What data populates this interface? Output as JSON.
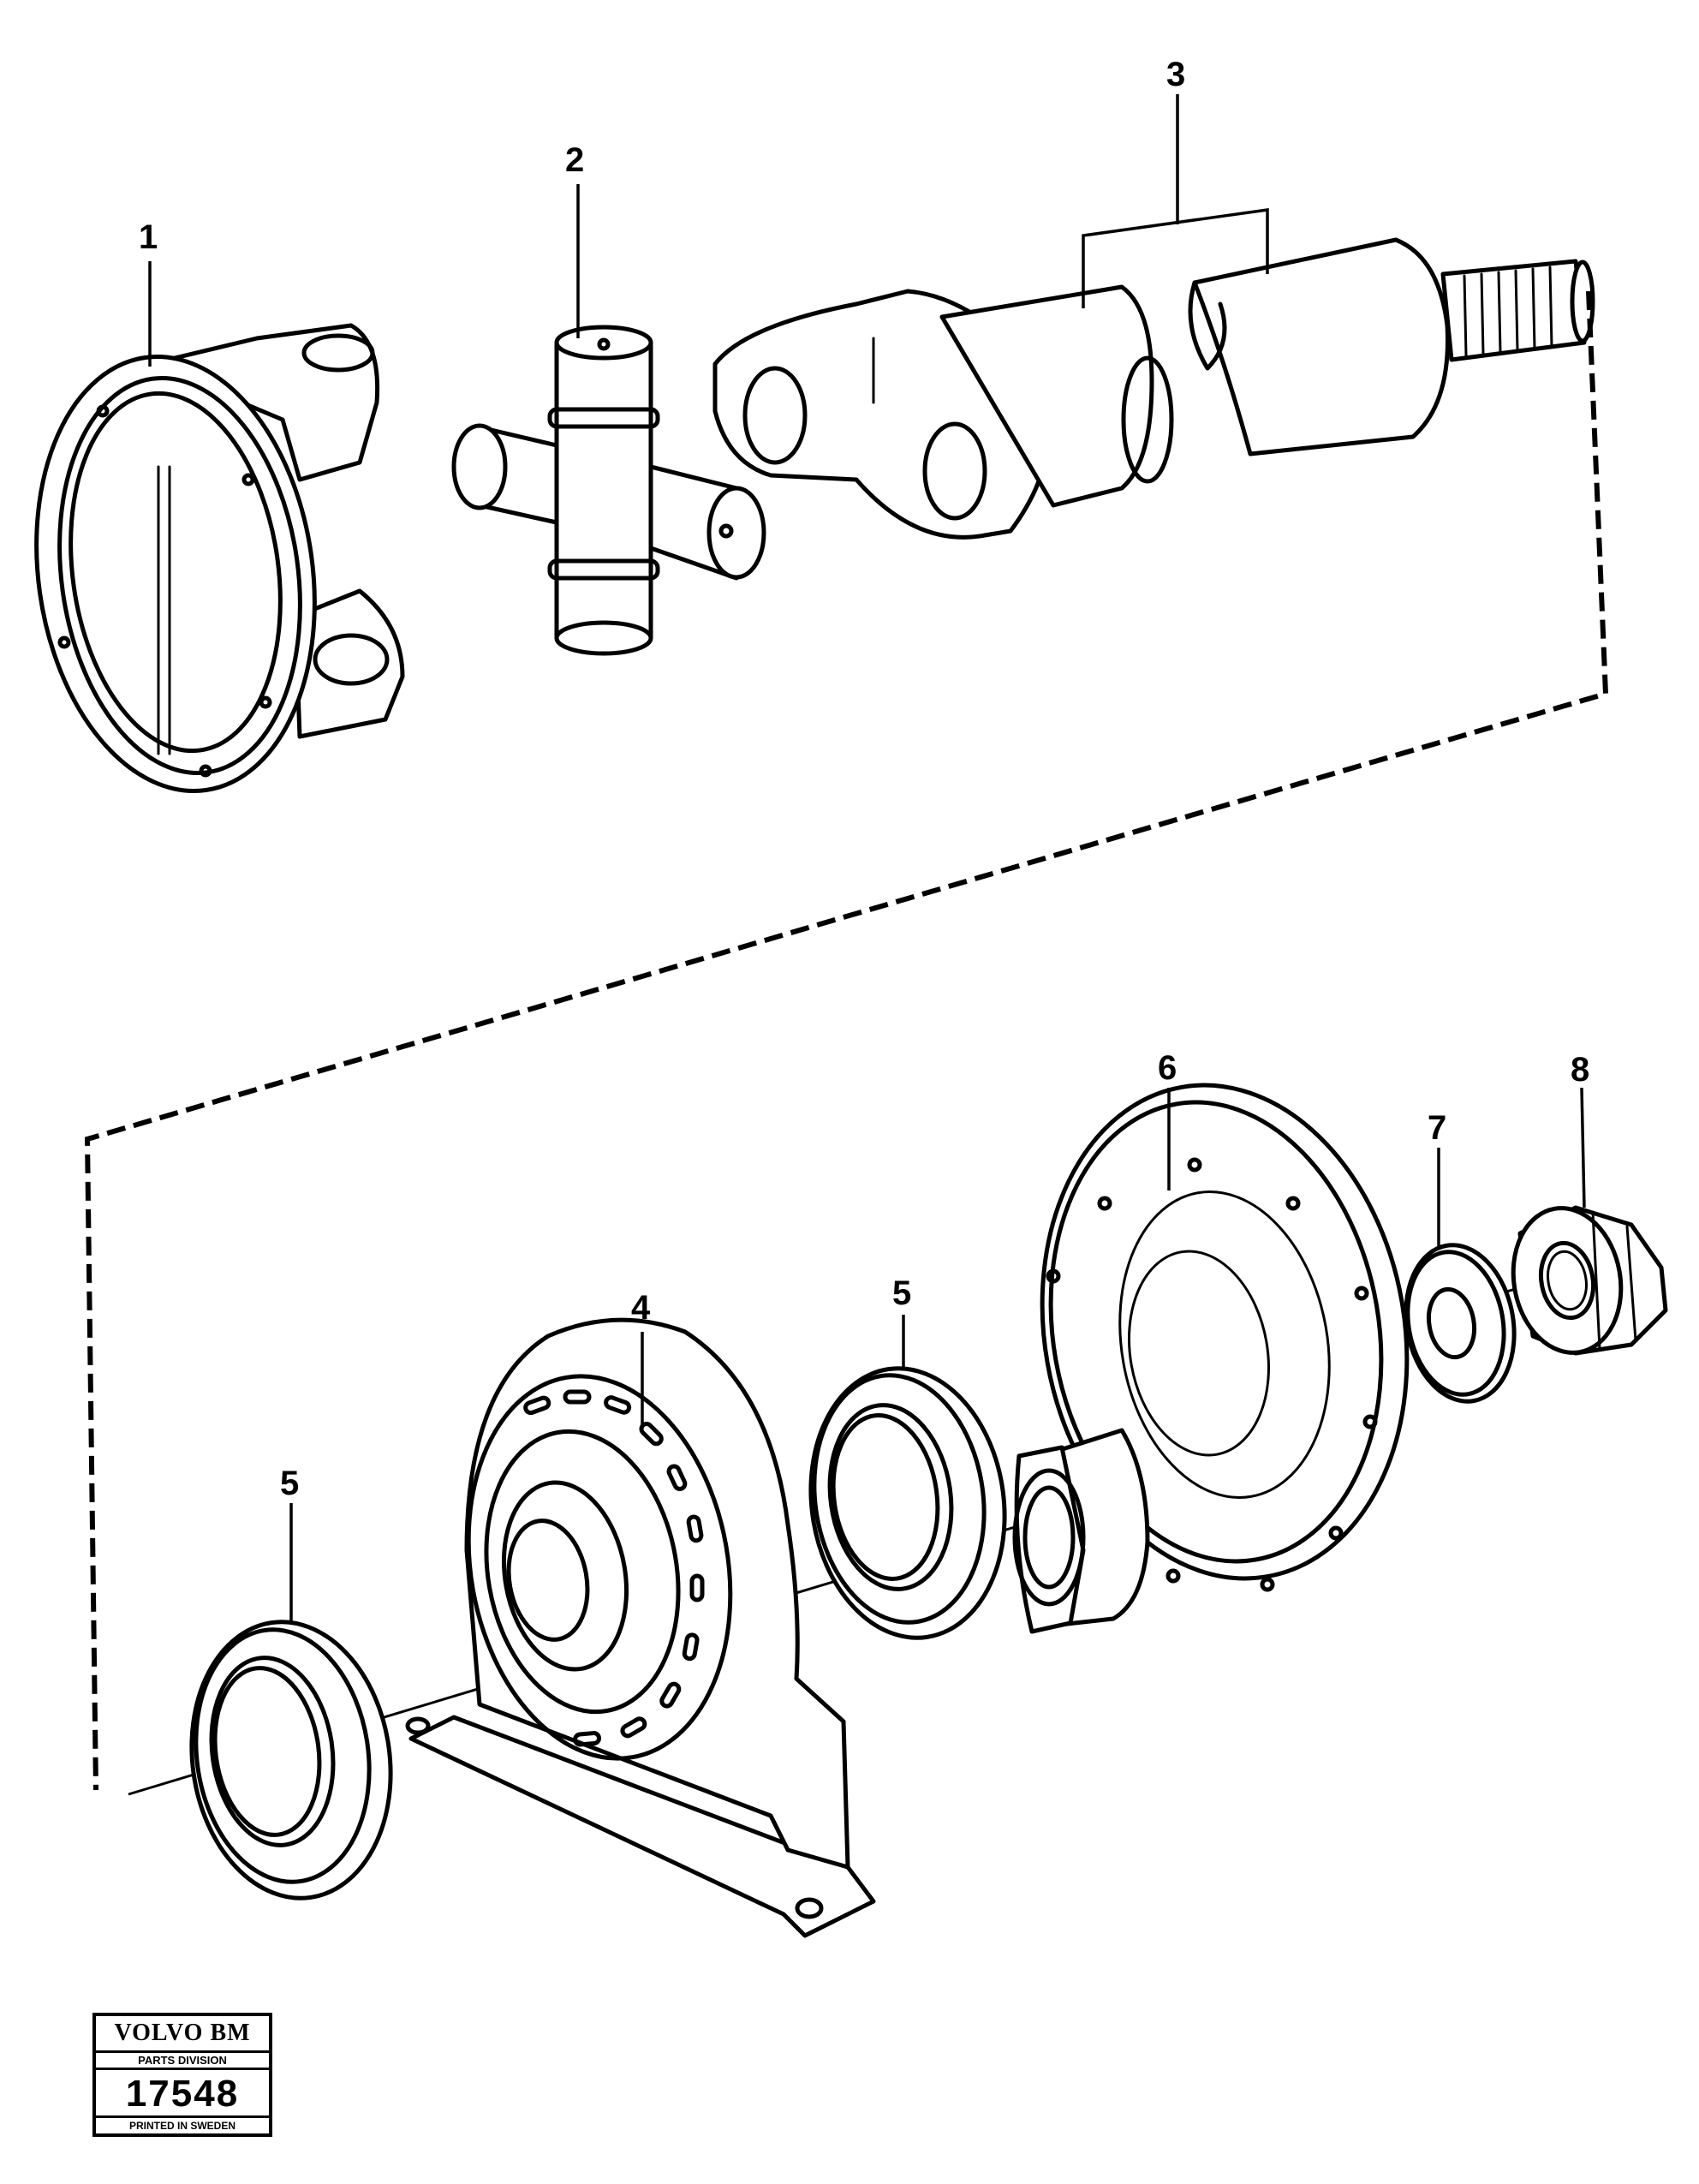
{
  "callouts": {
    "c1": "1",
    "c2": "2",
    "c3": "3",
    "c4": "4",
    "c5a": "5",
    "c5b": "5",
    "c6": "6",
    "c7": "7",
    "c8": "8"
  },
  "logo": {
    "brand": "VOLVO BM",
    "division": "PARTS DIVISION",
    "number": "17548",
    "printed": "PRINTED IN SWEDEN"
  }
}
